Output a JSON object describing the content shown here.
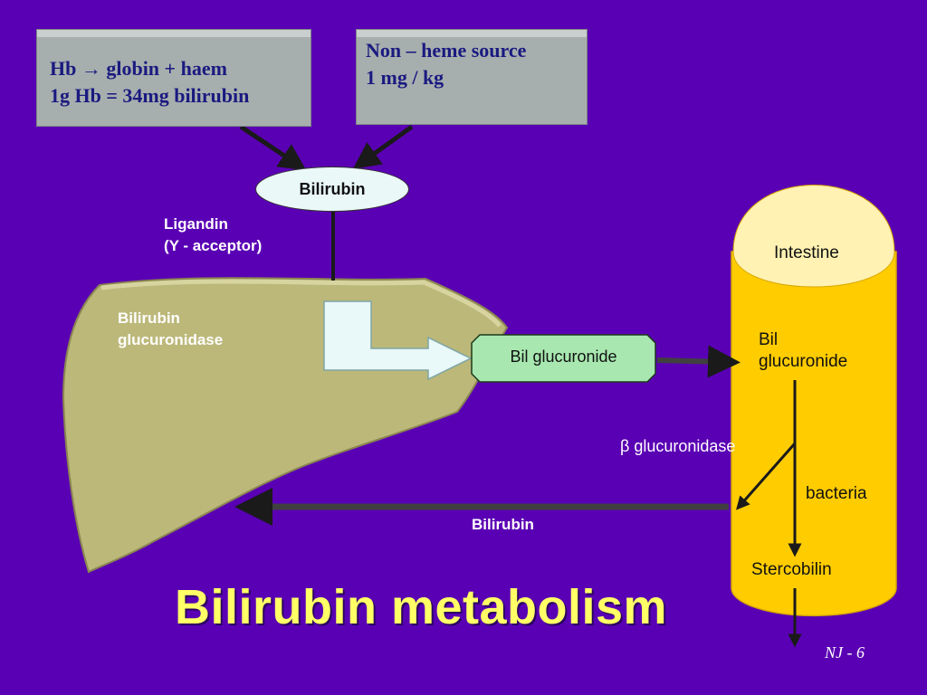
{
  "source_boxes": {
    "hb": {
      "line1": "Hb → globin + haem",
      "line2": "1g Hb = 34mg bilirubin"
    },
    "non_heme": {
      "line1": "Non – heme source",
      "line2": "1 mg / kg"
    }
  },
  "nodes": {
    "bilirubin_top": "Bilirubin",
    "ligandin_line1": "Ligandin",
    "ligandin_line2": "(Y - acceptor)",
    "enzyme_line1": "Bilirubin",
    "enzyme_line2": "glucuronidase",
    "bil_glucuronide_box": "Bil glucuronide",
    "bilirubin_return": "Bilirubin"
  },
  "intestine": {
    "title": "Intestine",
    "bil_line1": "Bil",
    "bil_line2": "glucuronide",
    "beta_enzyme": "β glucuronidase",
    "bacteria": "bacteria",
    "stercobilin": "Stercobilin"
  },
  "title": "Bilirubin metabolism",
  "slide_id": "NJ - 6",
  "colors": {
    "background": "#5a00b4",
    "liver": "#bcb87a",
    "intestine_body": "#ffcc00",
    "intestine_top": "#fff2b3",
    "box_gray": "#a7afae",
    "green_box": "#a8e8b0",
    "title_yellow": "#ffff66",
    "arrow": "#1a1a1a"
  }
}
